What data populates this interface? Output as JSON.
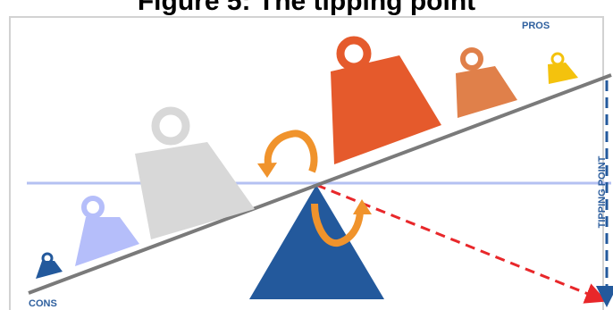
{
  "title": "Figure 5: The tipping point",
  "labels": {
    "pros": "PROS",
    "cons": "CONS",
    "tipping_point": "TIPPING POINT"
  },
  "colors": {
    "fulcrum": "#23599c",
    "beam": "#7a7a7a",
    "horizon_line": "#b4c1f2",
    "tipping_arrow": "#23599c",
    "dashed_tilt_line": "#e8272a",
    "rotation_arrows": "#f0932c",
    "weight_cons_small": "#23599c",
    "weight_cons_medium": "#b5befa",
    "weight_cons_large": "#d8d8d8",
    "weight_pros_large": "#e55a2c",
    "weight_pros_medium": "#e0804a",
    "weight_pros_small": "#f4c20d"
  }
}
